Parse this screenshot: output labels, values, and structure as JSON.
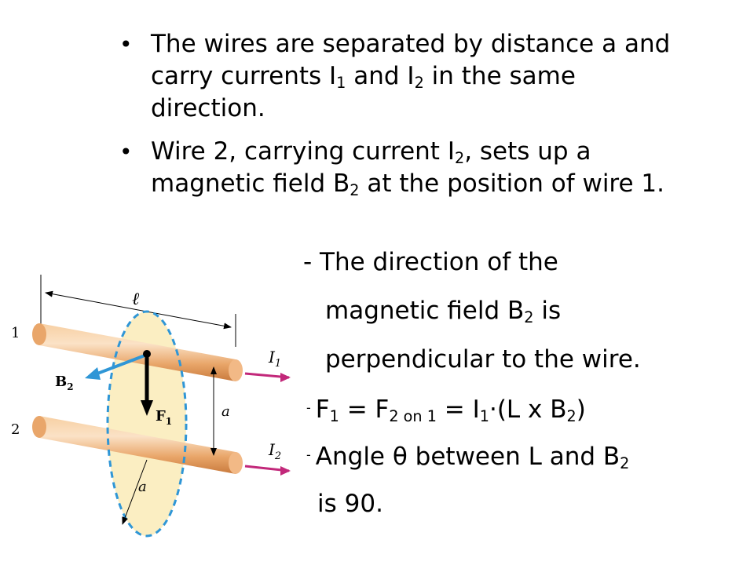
{
  "bullets": [
    {
      "line1": "The wires are separated by distance a and",
      "line2_pre": "carry currents I",
      "line2_sub1": "1",
      "line2_mid": " and I",
      "line2_sub2": "2",
      "line2_post": " in the same",
      "line3": "direction."
    },
    {
      "line1_pre": "Wire 2, carrying current I",
      "line1_sub": "2",
      "line1_post": ", sets up a",
      "line2_pre": "magnetic field B",
      "line2_sub": "2",
      "line2_post": " at the position of wire 1."
    }
  ],
  "notes": {
    "direction_l1": "- The direction of the",
    "direction_l2_pre": "magnetic field B",
    "direction_l2_sub": "2",
    "direction_l2_post": " is",
    "direction_l3": "perpendicular to the wire.",
    "dash": "-",
    "force_pre": "F",
    "force_sub1": "1",
    "force_eq1": " = F",
    "force_sub2": "2 on 1",
    "force_eq2": " = I",
    "force_sub3": "1",
    "force_mid": "·(L x B",
    "force_sub4": "2",
    "force_close": ")",
    "angle_pre": "Angle θ between L and B",
    "angle_sub": "2",
    "angle_l2": "is 90."
  },
  "figure": {
    "label_wire1": "1",
    "label_wire2": "2",
    "label_length": "ℓ",
    "label_I1": "I",
    "label_I1_sub": "1",
    "label_I2": "I",
    "label_I2_sub": "2",
    "label_B2": "B",
    "label_B2_sub": "2",
    "label_F1": "F",
    "label_F1_sub": "1",
    "label_a_sep": "a",
    "label_a_radius": "a",
    "colors": {
      "wire": "#e9a66a",
      "wire_highlight": "#fbe2c6",
      "current_arrow": "#c2287a",
      "field_arrow": "#2f96d6",
      "field_circle": "#2f96d6",
      "disc_fill": "#fbeec2"
    }
  }
}
